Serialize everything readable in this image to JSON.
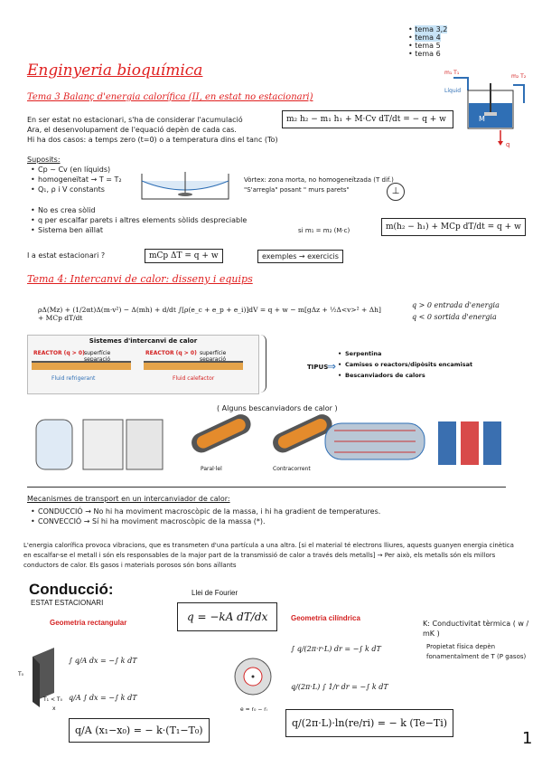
{
  "topics_list": [
    {
      "label": "tema 3,2",
      "highlight": true
    },
    {
      "label": "tema 4",
      "highlight": true
    },
    {
      "label": "tema 5",
      "highlight": false
    },
    {
      "label": "tema 6",
      "highlight": false
    }
  ],
  "main_title": "Enginyeria bioquímica",
  "tema3_title": "Tema 3 Balanç d'energia calorífica (II, en estat no estacionari)",
  "tema3_lines": [
    "En ser estat no estacionari, s'ha de considerar l'acumulació",
    "Ara, el desenvolupament de l'equació depèn de cada cas.",
    "Hi ha dos casos: a temps zero (t=0) o a temperatura dins el tanc (To)"
  ],
  "eq_energy_balance": "m₂ h₂ − m₁ h₁ + M·Cv dT/dt = − q + w",
  "suposits_label": "Suposits:",
  "suposits": [
    "Cp ~ Cv (en líquids)",
    "homogeneïtat → T = T₂",
    "Q₁, ρ i V constants",
    "No es crea sòlid",
    "q per escalfar parets i altres elements sòlids despreciable",
    "Sistema ben aïllat"
  ],
  "vortex_note": [
    "Vòrtex: zona morta, no homogeneïtzada (T dif.)",
    "\"S'arregla\" posant \" murs parets\""
  ],
  "si_condition": "si m₁ = m₂ (M·c)",
  "eq_simplified": "m(h₂ − h₁) + MCp dT/dt = q + w",
  "estacionari_text": "I a estat estacionari ?",
  "eq_stationary": "mCp ΔT = q + w",
  "examples_box": "exemples → exercicis",
  "tema4_title": "Tema 4: Intercanvi de calor: disseny i equips",
  "eq_general": "ρΔ(Mz) + (1/2αt)Δ(m·v²) − Δ(mh) + d/dt ∫[ρ(e_c + e_p + e_i)]dV = q + w − m[gΔz + ½Δ<v>² + Δh] + MCp dT/dt",
  "q_positive": "q > 0  entrada d'energia",
  "q_negative": "q < 0  sortida d'energia",
  "sistemes_title": "Sistemes d'intercanvi de calor",
  "reactor_left": "REACTOR (q > 0)",
  "reactor_right": "REACTOR (q > 0)",
  "superficie_left": "superfície separació",
  "superficie_right": "superfície separació",
  "fluid_left": "Fluid refrigerant",
  "fluid_right": "Fluid calefactor",
  "tipus_label": "TIPUS",
  "tipus_items": [
    "Serpentina",
    "Camises o reactors/dipòsits encamisat",
    "Bescanviadors de calors"
  ],
  "algunes_label": "( Alguns bescanviadors de calor )",
  "paralel_label": "Paral·lel",
  "contracorrent_label": "Contracorrent",
  "mecanismes_title": "Mecanismes de transport en un intercanviador de calor:",
  "mecanismes": [
    "CONDUCCIÓ → No hi ha moviment macroscòpic de la massa, i hi ha gradient de temperatures.",
    "CONVECCIÓ → Sí hi ha moviment macroscòpic de la massa (*)."
  ],
  "paragraph": "L'energia calorífica provoca vibracions, que es transmeten d'una partícula a una altra. [si el material té electrons lliures, aquests guanyen energia cinètica en escalfar-se el metall i són els responsables de la major part de la transmissió de calor a través dels metalls] → Per això, els metalls són els millors conductors de calor. Els gasos i materials porosos són bons aïllants",
  "conduccio_title": "Conducció:",
  "estat_estacionari": "ESTAT ESTACIONARI",
  "fourier_label": "Llei de Fourier",
  "fourier_eq": "q = −kA dT/dx",
  "k_label": "K: Conductivitat tèrmica",
  "k_units": "( w / mK )",
  "propietat": "Propietat física depèn fonamentalment de T (P gasos)",
  "geo_rect": "Geometria rectangular",
  "geo_cil": "Geometria cilíndrica",
  "rect_eq1": "∫ q/A dx = −∫ k dT",
  "rect_eq2": "q/A ∫ dx = −∫ k dT",
  "rect_final": "q/A (x₁−x₀) = − k·(T₁−T₀)",
  "cyl_eq1": "∫ q/(2π·r·L) dr = −∫ k dT",
  "cyl_eq2": "q/(2π·L) ∫ 1/r dr = −∫ k dT",
  "cyl_final": "q/(2π·L)·ln(re/ri) = − k (Te−Ti)",
  "rect_labels": {
    "t0": "T₀",
    "t1": "T₁ < T₀",
    "x": "x"
  },
  "cyl_labels": {
    "e": "e = r₀ − rᵢ"
  },
  "tank_labels": {
    "m2t2": "m₂ T₂",
    "m1t1": "m₁ T₁",
    "liquid": "Líquid",
    "m": "M",
    "q": "q"
  },
  "page_number": "1",
  "colors": {
    "title_red": "#e02020",
    "highlight_blue": "#c7e3f6",
    "tank_blue": "#2f6fb5"
  }
}
